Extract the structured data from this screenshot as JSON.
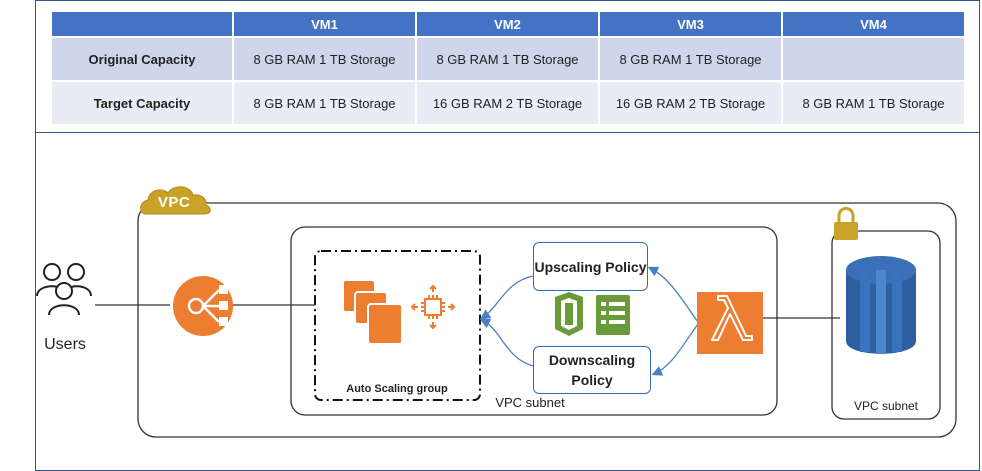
{
  "table": {
    "headers": [
      "",
      "VM1",
      "VM2",
      "VM3",
      "VM4"
    ],
    "rows": [
      {
        "label": "Original Capacity",
        "cells": [
          "8 GB RAM 1 TB Storage",
          "8 GB RAM 1 TB Storage",
          "8 GB RAM 1 TB Storage",
          ""
        ]
      },
      {
        "label": "Target Capacity",
        "cells": [
          "8 GB RAM 1 TB Storage",
          "16 GB RAM 2 TB Storage",
          "16 GB RAM 2 TB Storage",
          "8 GB RAM 1 TB Storage"
        ]
      }
    ],
    "header_color": "#4472c4",
    "row_colors": [
      "#cfd5ea",
      "#e9ebf5"
    ]
  },
  "diagram": {
    "users_label": "Users",
    "vpc_label": "VPC",
    "asg_label": "Auto  Scaling group",
    "upscaling_policy": "Upscaling Policy",
    "downscaling_policy": "Downscaling Policy",
    "vpc_subnet_label": "VPC subnet",
    "vpc_subnet_label_2": "VPC subnet",
    "icons": [
      "users-icon",
      "load-balancer-icon",
      "ec2-instances-icon",
      "auto-scaling-icon",
      "cloudwatch-icon",
      "cloudwatch-alarm-icon",
      "lambda-icon",
      "lock-icon",
      "rds-database-icon",
      "cloud-icon"
    ],
    "colors": {
      "aws_orange": "#ed7d31",
      "aws_green": "#6a9a3a",
      "database_blue": "#2e5fa0",
      "arrow_blue": "#4a7fc1",
      "vpc_gold": "#c9a227"
    }
  }
}
